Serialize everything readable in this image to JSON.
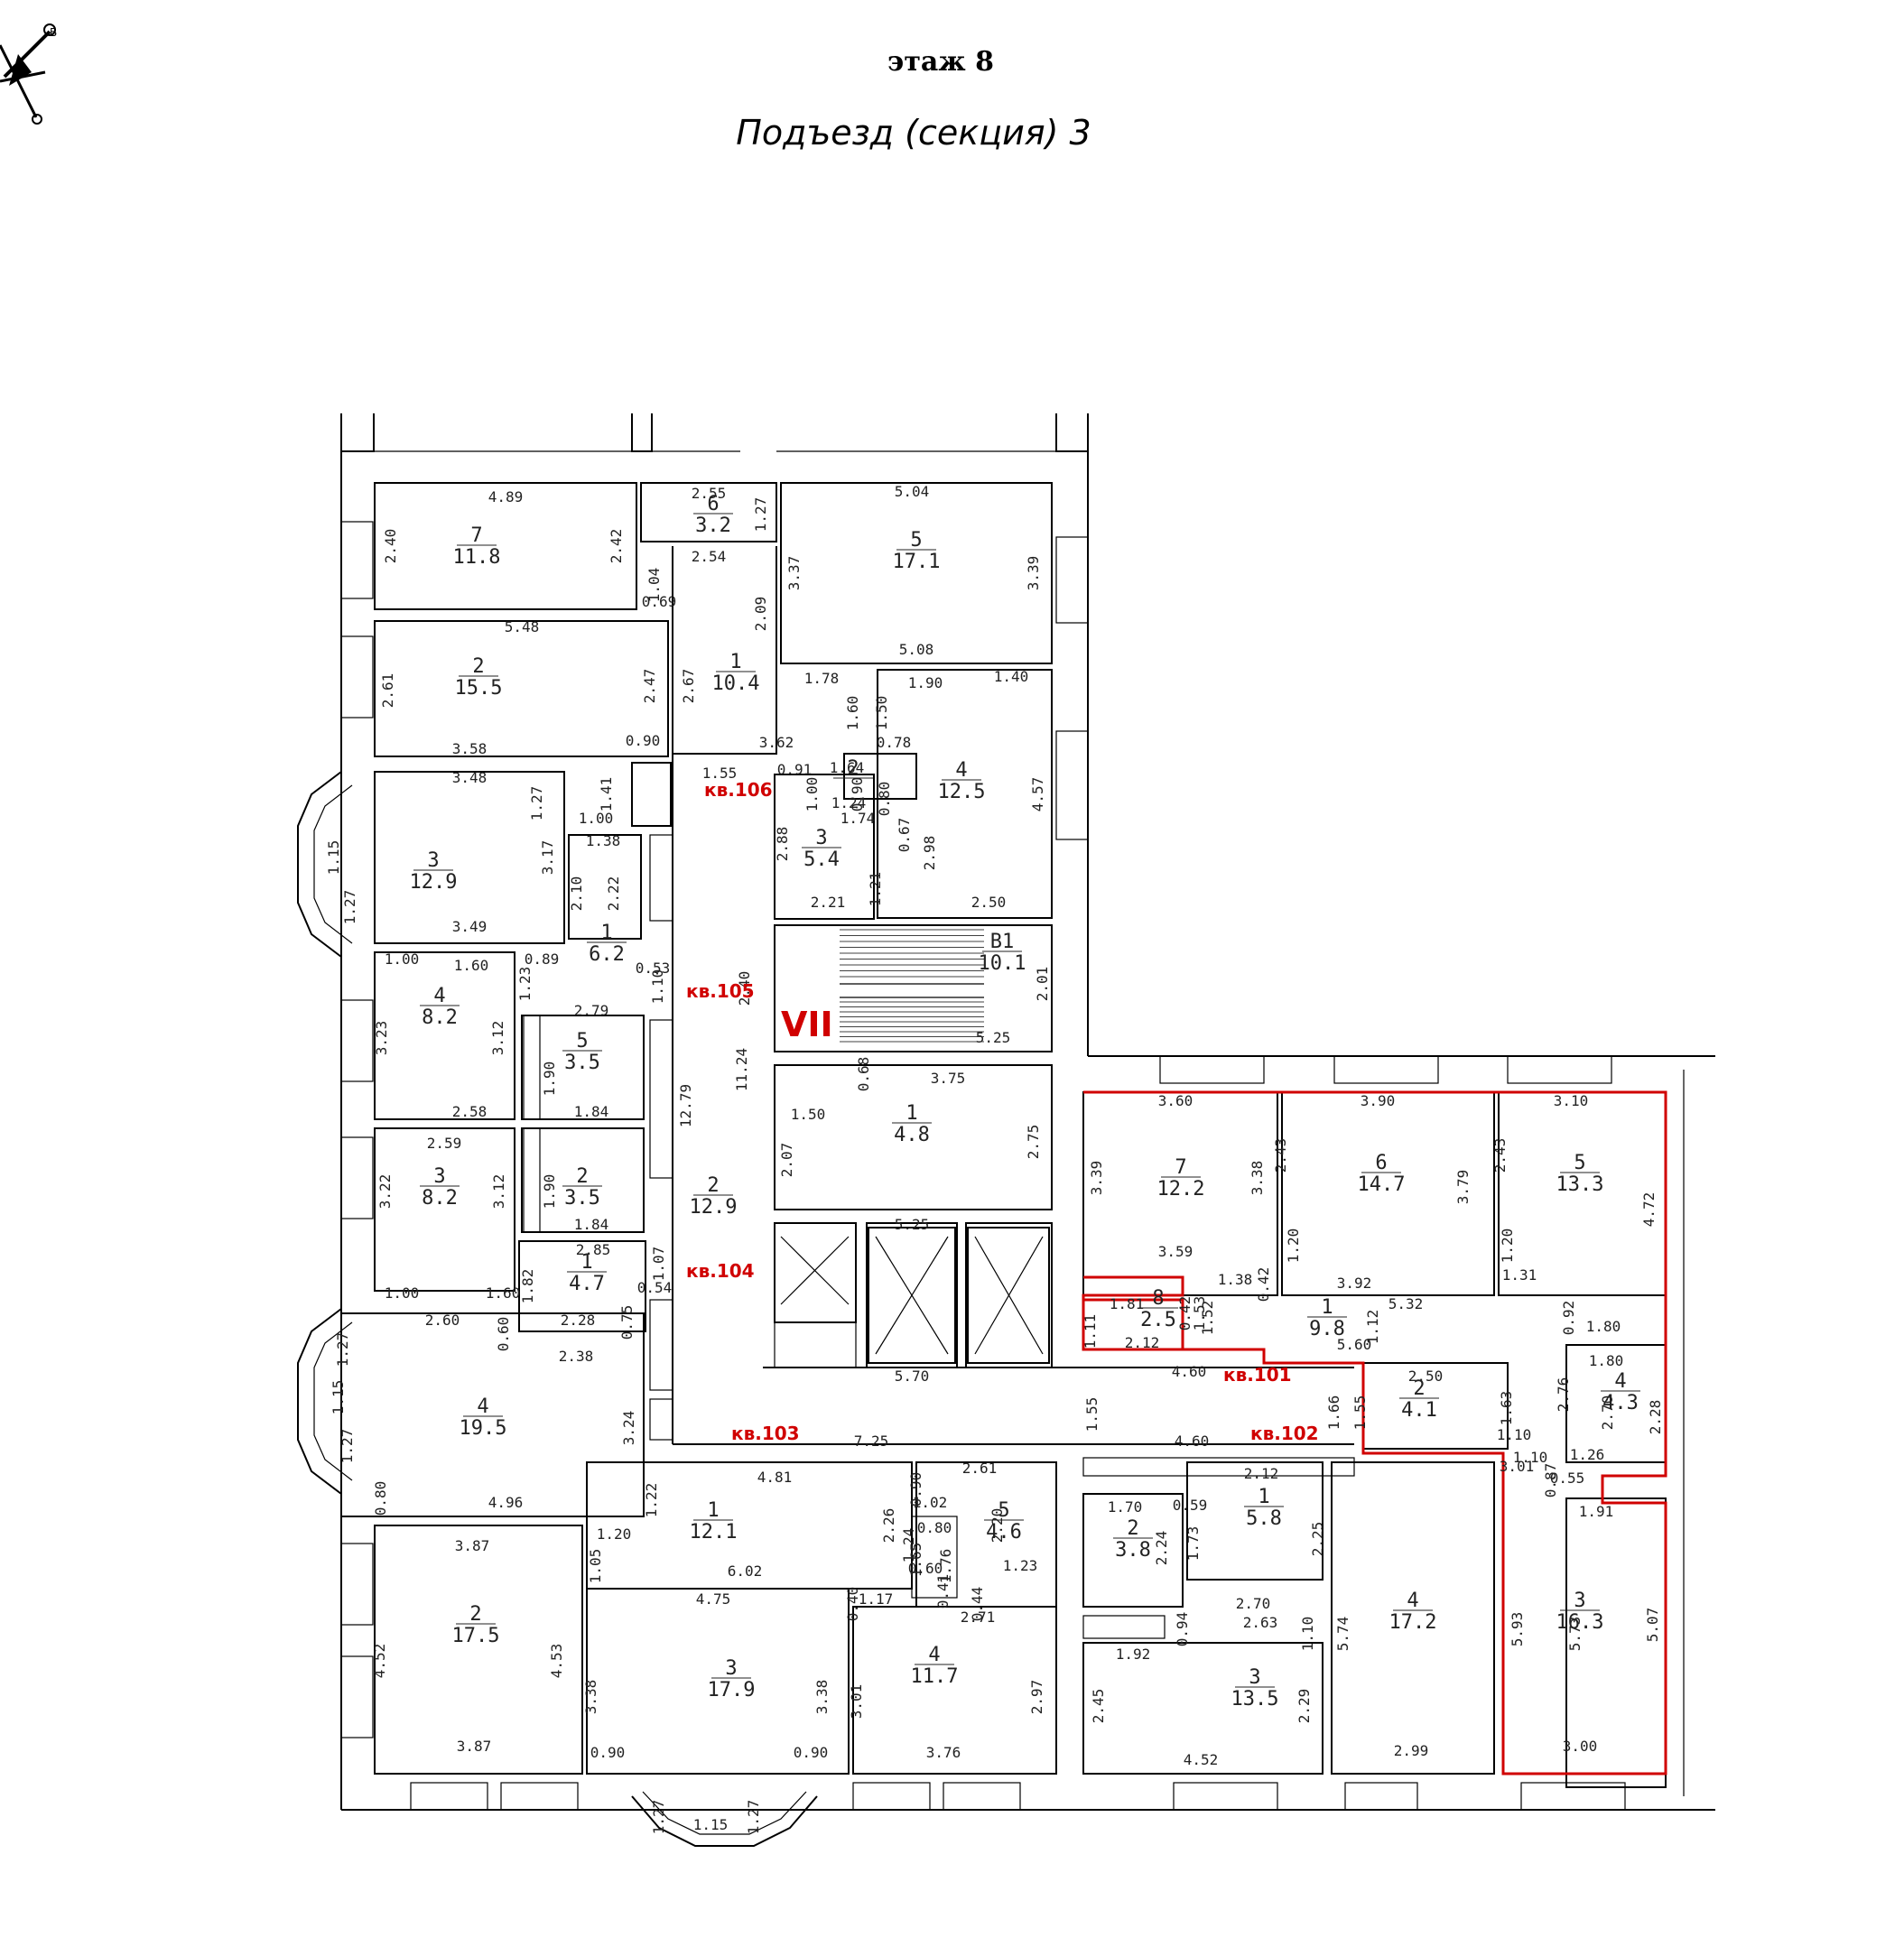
{
  "header": {
    "floor_label": "этаж 8",
    "section_label": "Подъезд (секция) 3"
  },
  "colors": {
    "lines": "#000000",
    "highlight": "#d00000",
    "background": "#ffffff"
  },
  "icons": {
    "compass": "compass-rose-icon"
  },
  "stair_label": "VII",
  "apartments": [
    {
      "label": "кв.106"
    },
    {
      "label": "кв.105"
    },
    {
      "label": "кв.104"
    },
    {
      "label": "кв.103"
    },
    {
      "label": "кв.102"
    },
    {
      "label": "кв.101"
    }
  ],
  "rooms": [
    {
      "num": "7",
      "area": "11.8"
    },
    {
      "num": "6",
      "area": "3.2"
    },
    {
      "num": "5",
      "area": "17.1"
    },
    {
      "num": "2",
      "area": "15.5"
    },
    {
      "num": "1",
      "area": "10.4"
    },
    {
      "num": "4",
      "area": "12.5"
    },
    {
      "num": "3",
      "area": "12.9"
    },
    {
      "num": "1",
      "area": "6.2"
    },
    {
      "num": "3",
      "area": "5.4"
    },
    {
      "num": "2",
      "area": ""
    },
    {
      "num": "В1",
      "area": "10.1"
    },
    {
      "num": "4",
      "area": "8.2"
    },
    {
      "num": "5",
      "area": "3.5"
    },
    {
      "num": "3",
      "area": "8.2"
    },
    {
      "num": "2",
      "area": "3.5"
    },
    {
      "num": "2",
      "area": "12.9"
    },
    {
      "num": "1",
      "area": "4.8"
    },
    {
      "num": "1",
      "area": "4.7"
    },
    {
      "num": "4",
      "area": "19.5"
    },
    {
      "num": "7",
      "area": "12.2"
    },
    {
      "num": "6",
      "area": "14.7"
    },
    {
      "num": "5",
      "area": "13.3"
    },
    {
      "num": "8",
      "area": "2.5"
    },
    {
      "num": "1",
      "area": "9.8"
    },
    {
      "num": "2",
      "area": "4.1"
    },
    {
      "num": "4",
      "area": "4.3"
    },
    {
      "num": "1",
      "area": "12.1"
    },
    {
      "num": "5",
      "area": "4.6"
    },
    {
      "num": "2",
      "area": "17.5"
    },
    {
      "num": "3",
      "area": "17.9"
    },
    {
      "num": "4",
      "area": "11.7"
    },
    {
      "num": "2",
      "area": "3.8"
    },
    {
      "num": "1",
      "area": "5.8"
    },
    {
      "num": "3",
      "area": "13.5"
    },
    {
      "num": "4",
      "area": "17.2"
    },
    {
      "num": "3",
      "area": "16.3"
    }
  ],
  "dims": [
    "4.89",
    "2.40",
    "2.42",
    "2.55",
    "1.27",
    "5.04",
    "3.37",
    "3.39",
    "2.54",
    "1.04",
    "0.69",
    "2.09",
    "5.48",
    "2.61",
    "2.47",
    "2.67",
    "5.08",
    "1.78",
    "1.90",
    "1.40",
    "1.60",
    "1.50",
    "0.90",
    "3.58",
    "3.62",
    "1.55",
    "0.91",
    "1.64",
    "0.78",
    "3.48",
    "1.27",
    "1.41",
    "1.00",
    "0.90",
    "0.80",
    "1.00",
    "1.38",
    "1.74",
    "1.24",
    "4.57",
    "1.15",
    "3.17",
    "2.10",
    "2.22",
    "2.88",
    "0.67",
    "2.98",
    "1.21",
    "1.27",
    "3.49",
    "2.21",
    "2.50",
    "1.00",
    "1.60",
    "0.89",
    "0.53",
    "1.23",
    "1.10",
    "2.40",
    "2.01",
    "3.23",
    "3.12",
    "2.79",
    "11.24",
    "5.25",
    "1.90",
    "12.79",
    "0.68",
    "3.75",
    "2.58",
    "1.84",
    "1.50",
    "2.59",
    "2.07",
    "2.75",
    "3.22",
    "3.12",
    "1.90",
    "1.84",
    "5.25",
    "2.85",
    "1.07",
    "1.82",
    "0.54",
    "1.00",
    "1.60",
    "2.60",
    "0.60",
    "2.28",
    "0.75",
    "2.38",
    "1.27",
    "1.15",
    "5.70",
    "3.24",
    "1.27",
    "0.80",
    "4.96",
    "7.25",
    "4.81",
    "2.61",
    "1.22",
    "0.90",
    "1.02",
    "2.26",
    "0.80",
    "2.20",
    "1.24",
    "1.65",
    "1.76",
    "3.87",
    "1.20",
    "1.05",
    "0.60",
    "0.41",
    "1.23",
    "6.02",
    "4.75",
    "0.40",
    "1.17",
    "0.44",
    "2.71",
    "4.52",
    "4.53",
    "3.38",
    "3.38",
    "3.01",
    "2.97",
    "3.87",
    "0.90",
    "0.90",
    "3.76",
    "1.27",
    "1.15",
    "1.27",
    "3.60",
    "3.90",
    "3.10",
    "3.39",
    "3.38",
    "2.43",
    "2.43",
    "3.79",
    "4.72",
    "3.59",
    "1.20",
    "1.20",
    "1.38",
    "0.42",
    "3.92",
    "1.31",
    "1.81",
    "0.42",
    "1.52",
    "1.53",
    "5.32",
    "1.11",
    "1.12",
    "0.92",
    "2.12",
    "5.60",
    "1.80",
    "1.80",
    "4.60",
    "2.50",
    "1.55",
    "1.55",
    "1.66",
    "1.63",
    "2.76",
    "2.70",
    "2.28",
    "4.60",
    "1.10",
    "1.10",
    "1.26",
    "0.87",
    "0.55",
    "3.01",
    "1.70",
    "0.59",
    "2.12",
    "1.91",
    "2.24",
    "1.73",
    "2.25",
    "2.70",
    "2.63",
    "0.94",
    "1.10",
    "5.74",
    "5.73",
    "5.93",
    "5.07",
    "1.92",
    "2.45",
    "2.29",
    "4.52",
    "2.99",
    "3.00"
  ]
}
